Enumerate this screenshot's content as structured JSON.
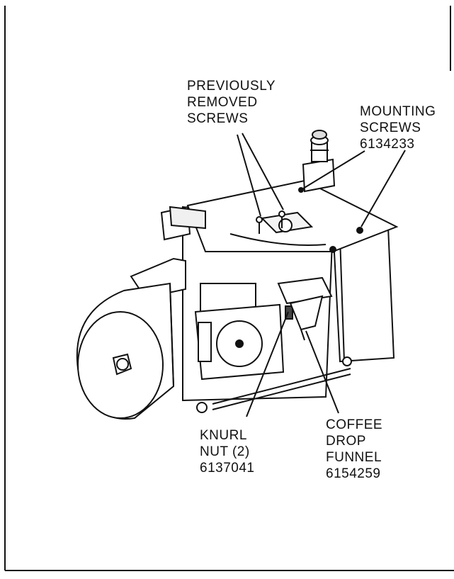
{
  "labels": {
    "previously_removed_screws": [
      "PREVIOUSLY",
      "REMOVED",
      "SCREWS"
    ],
    "mounting_screws": [
      "MOUNTING",
      "SCREWS",
      "6134233"
    ],
    "knurl_nut": [
      "KNURL",
      "NUT (2)",
      "6137041"
    ],
    "coffee_drop_funnel": [
      "COFFEE",
      "DROP",
      "FUNNEL",
      "6154259"
    ]
  }
}
